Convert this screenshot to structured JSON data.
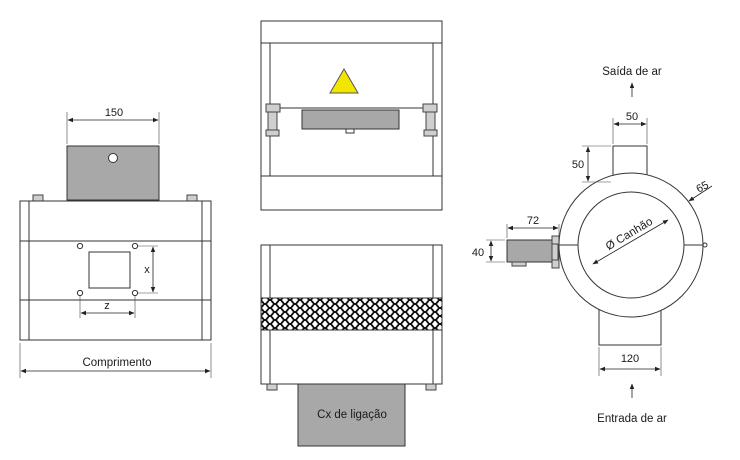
{
  "colors": {
    "background": "#ffffff",
    "line": "#333333",
    "junction_box": "#a8a8a8",
    "warning_triangle": "#f2e600"
  },
  "icons": {
    "warning": "warning-triangle-icon"
  },
  "front_view": {
    "dim_top": "150",
    "dim_x": "x",
    "dim_z": "z",
    "dim_length": "Comprimento"
  },
  "side_view": {
    "junction_box_label": "Cx  de ligação"
  },
  "section_view": {
    "outlet_label": "Saída de ar",
    "inlet_label": "Entrada de ar",
    "dim_outlet_width": "50",
    "dim_outlet_height": "50",
    "dim_ring": "65",
    "dim_flange_length": "72",
    "dim_flange_height": "40",
    "dim_bore": "Ø Canhão",
    "dim_inlet_width": "120"
  }
}
